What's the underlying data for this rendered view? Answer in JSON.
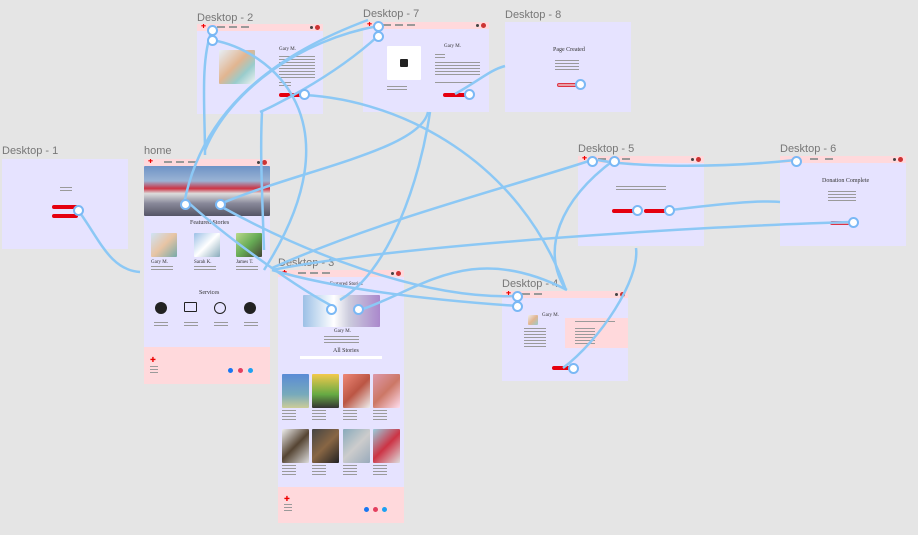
{
  "frames": {
    "desktop1": {
      "label": "Desktop - 1"
    },
    "home": {
      "label": "home",
      "featured_title": "Featured Stories",
      "services_title": "Services",
      "profiles": [
        "Gary M.",
        "Sarah K.",
        "James T."
      ],
      "services": [
        "Global",
        "Computer",
        "Secure",
        "Settings"
      ]
    },
    "desktop2": {
      "label": "Desktop - 2",
      "name": "Gary M."
    },
    "desktop3": {
      "label": "Desktop - 3",
      "featured_title": "Featured Stories",
      "name": "Gary M.",
      "all_stories": "All Stories"
    },
    "desktop4": {
      "label": "Desktop - 4",
      "name": "Gary M."
    },
    "desktop5": {
      "label": "Desktop - 5"
    },
    "desktop6": {
      "label": "Desktop - 6",
      "title": "Donation Complete"
    },
    "desktop7": {
      "label": "Desktop - 7",
      "name": "Gary M."
    },
    "desktop8": {
      "label": "Desktop - 8",
      "title": "Page Created"
    }
  },
  "colors": {
    "frame_bg": "#e6e3ff",
    "nav_bg": "#ffd9dc",
    "accent_red": "#e5000f",
    "wire": "#8cc8f5",
    "canvas": "#e5e5e5"
  }
}
